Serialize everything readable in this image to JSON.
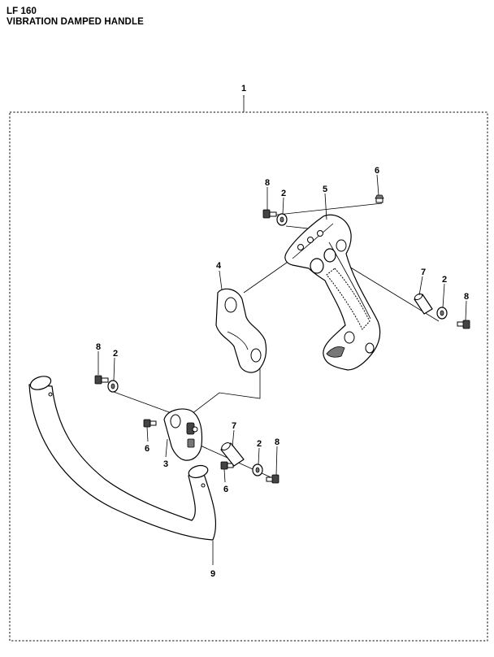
{
  "header": {
    "model": "LF 160",
    "assembly_title": "VIBRATION DAMPED HANDLE"
  },
  "callouts": {
    "assembly_number": "1",
    "washer_top": "2",
    "washer_right": "2",
    "washer_left": "2",
    "washer_lower": "2",
    "mount_bracket": "3",
    "damper_plate": "4",
    "handle_bracket": "5",
    "screw_top_right": "6",
    "screw_lower_left": "6",
    "screw_lower_mid": "6",
    "spacer_right": "7",
    "spacer_lower": "7",
    "bolt_top": "8",
    "bolt_right": "8",
    "bolt_left": "8",
    "bolt_lower": "8",
    "handle_bar": "9"
  }
}
